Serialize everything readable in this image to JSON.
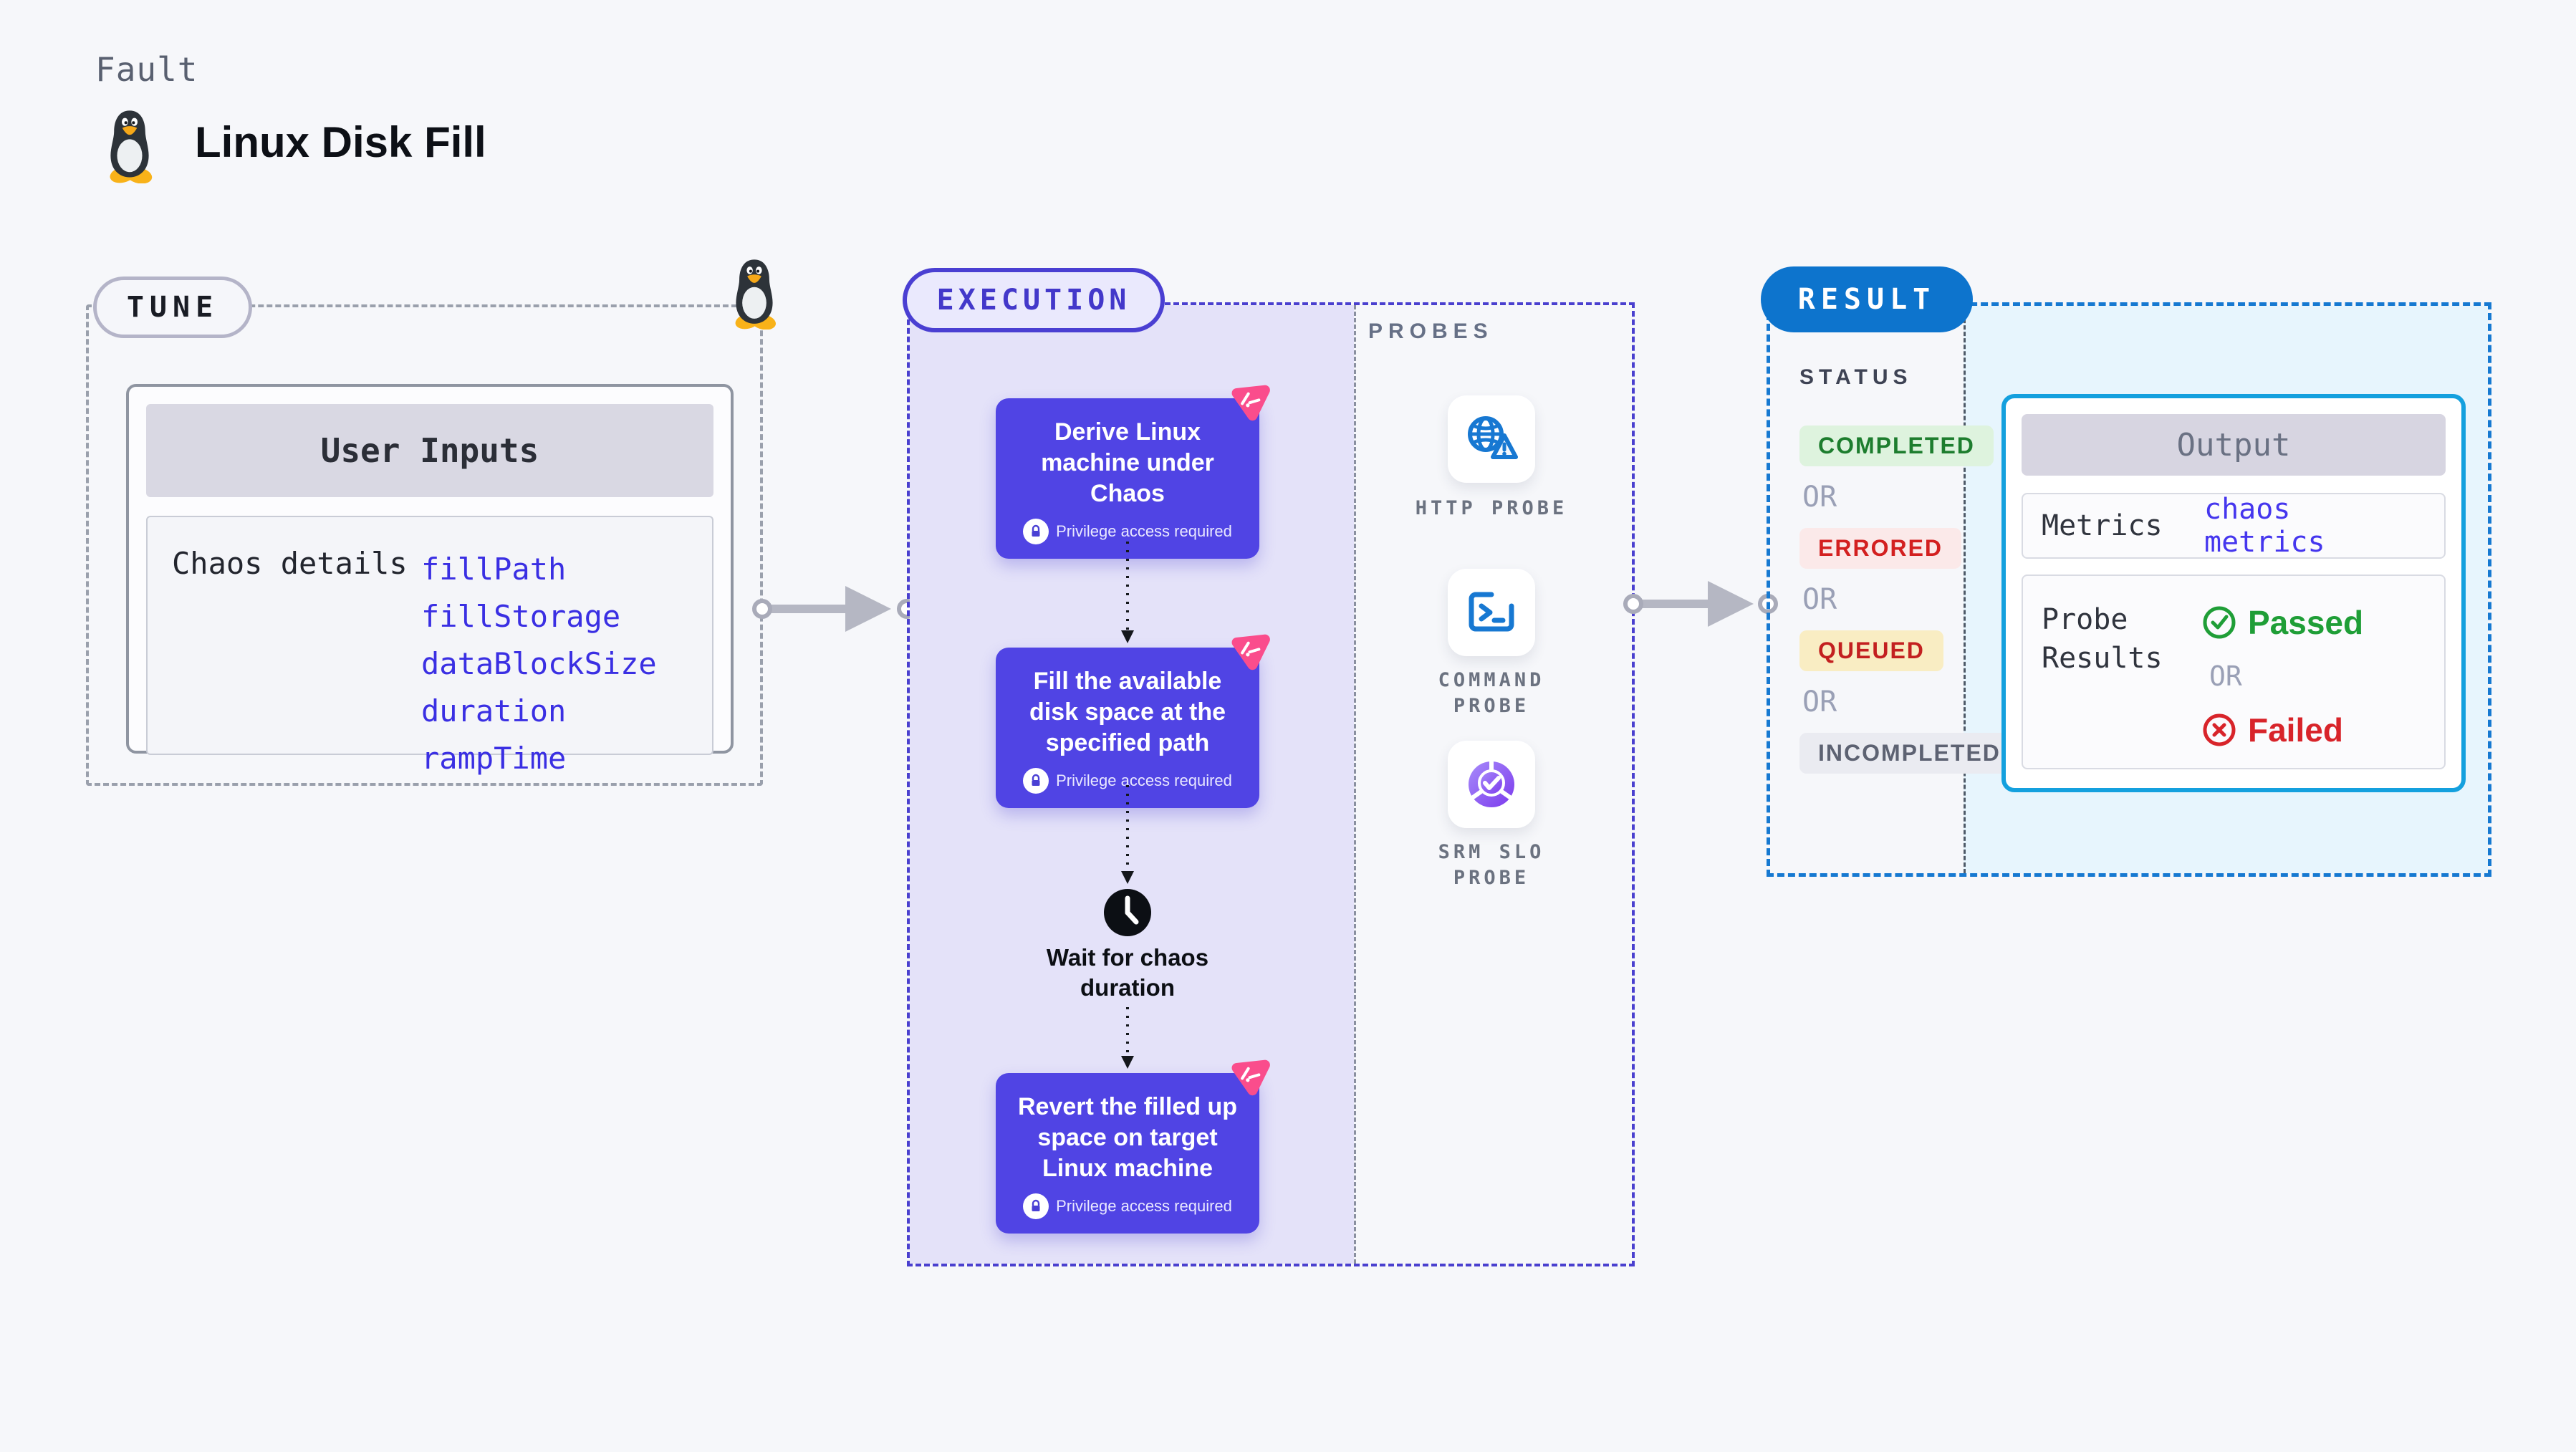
{
  "header": {
    "eyebrow": "Fault",
    "title": "Linux Disk Fill"
  },
  "tune": {
    "label": "TUNE",
    "card_title": "User Inputs",
    "row_label": "Chaos details",
    "inputs": [
      "fillPath",
      "fillStorage",
      "dataBlockSize",
      "duration",
      "rampTime"
    ]
  },
  "execution": {
    "label": "EXECUTION",
    "steps": [
      {
        "text": "Derive Linux machine under Chaos",
        "badge": "Privilege access required"
      },
      {
        "text": "Fill the available disk space at the specified path",
        "badge": "Privilege access required"
      },
      {
        "text": "Revert the filled up space on target Linux machine",
        "badge": "Privilege access required"
      }
    ],
    "wait_text": "Wait for chaos duration"
  },
  "probes": {
    "label": "PROBES",
    "items": [
      {
        "name": "HTTP PROBE",
        "icon": "globe-alert-icon"
      },
      {
        "name": "COMMAND PROBE",
        "icon": "terminal-icon"
      },
      {
        "name": "SRM SLO PROBE",
        "icon": "slo-pie-icon"
      }
    ]
  },
  "result": {
    "label": "RESULT",
    "status_label": "STATUS",
    "or": "OR",
    "statuses": [
      {
        "text": "COMPLETED",
        "fg": "#1d7d2e",
        "bg": "#def3de"
      },
      {
        "text": "ERRORED",
        "fg": "#d32020",
        "bg": "#fbe9e9"
      },
      {
        "text": "QUEUED",
        "fg": "#c32020",
        "bg": "#f9edc3"
      },
      {
        "text": "INCOMPLETED",
        "fg": "#5d6272",
        "bg": "#eaebf1"
      }
    ],
    "output": {
      "title": "Output",
      "metrics_label": "Metrics",
      "metrics_value": "chaos metrics",
      "probe_label": "Probe Results",
      "passed": "Passed",
      "or": "OR",
      "failed": "Failed"
    }
  },
  "colors": {
    "page_bg": "#f6f7fa",
    "step_card": "#5044e4",
    "execution_accent": "#4a40cf",
    "execution_fill": "#e4e2f9",
    "result_accent": "#1679d1",
    "output_border": "#14a0de",
    "output_bg_tint": "#e7f5fd",
    "chaos_flag_pink": "#fa4d8c",
    "probe_icon_blue": "#1778d2",
    "slo_purple": "#8b5cf6",
    "input_link_blue": "#3a2fe3",
    "passed_green": "#1f9e37",
    "failed_red": "#d8242a"
  }
}
